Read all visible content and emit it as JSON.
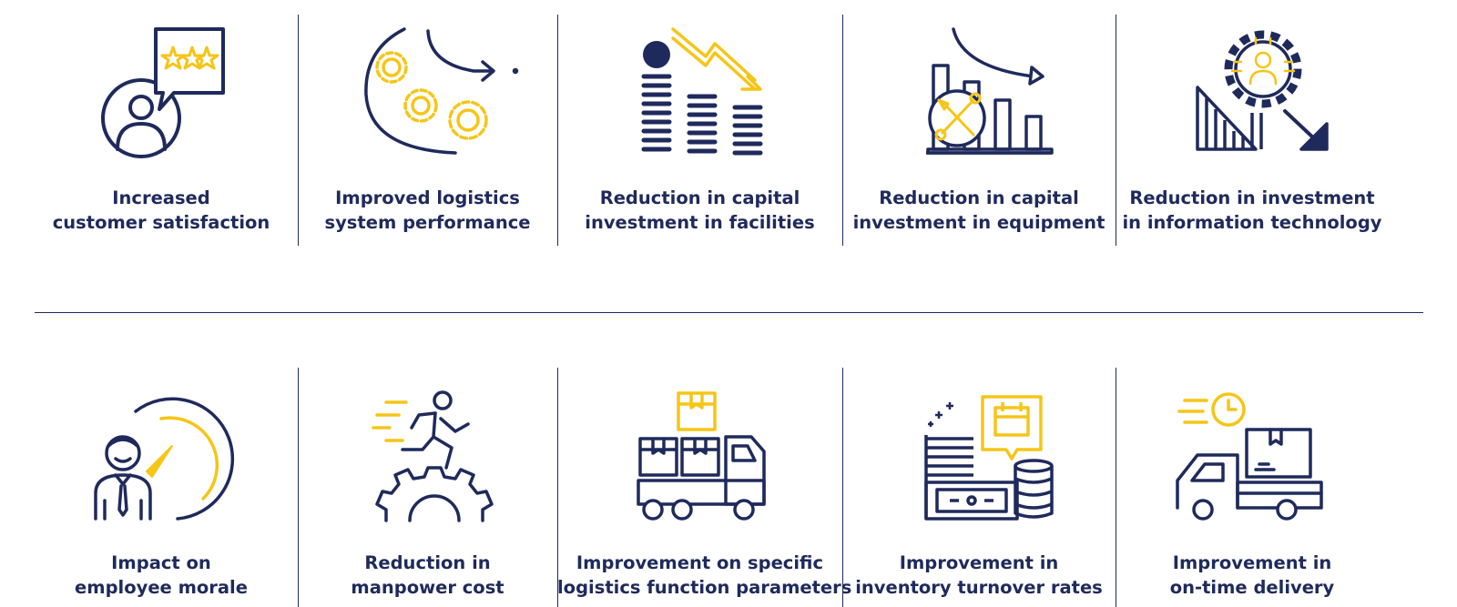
{
  "colors": {
    "navy": "#1f2a5c",
    "yellow": "#f5c518",
    "white": "#ffffff"
  },
  "top_row": [
    {
      "icon": "customer-satisfaction-icon",
      "line1": "Increased",
      "line2": "customer satisfaction"
    },
    {
      "icon": "logistics-performance-icon",
      "line1": "Improved logistics",
      "line2": "system performance"
    },
    {
      "icon": "facilities-investment-icon",
      "line1": "Reduction in capital",
      "line2": "investment in facilities"
    },
    {
      "icon": "equipment-investment-icon",
      "line1": "Reduction in capital",
      "line2": "investment in equipment"
    },
    {
      "icon": "it-investment-icon",
      "line1": "Reduction in investment",
      "line2": "in information technology"
    }
  ],
  "bottom_row": [
    {
      "icon": "employee-morale-icon",
      "line1": "Impact on",
      "line2": "employee morale"
    },
    {
      "icon": "manpower-cost-icon",
      "line1": "Reduction in",
      "line2": "manpower cost"
    },
    {
      "icon": "function-parameters-icon",
      "line1": "Improvement on specific",
      "line2": "logistics function parameters"
    },
    {
      "icon": "inventory-turnover-icon",
      "line1": "Improvement in",
      "line2": "inventory turnover rates"
    },
    {
      "icon": "on-time-delivery-icon",
      "line1": "Improvement in",
      "line2": "on-time delivery"
    }
  ]
}
